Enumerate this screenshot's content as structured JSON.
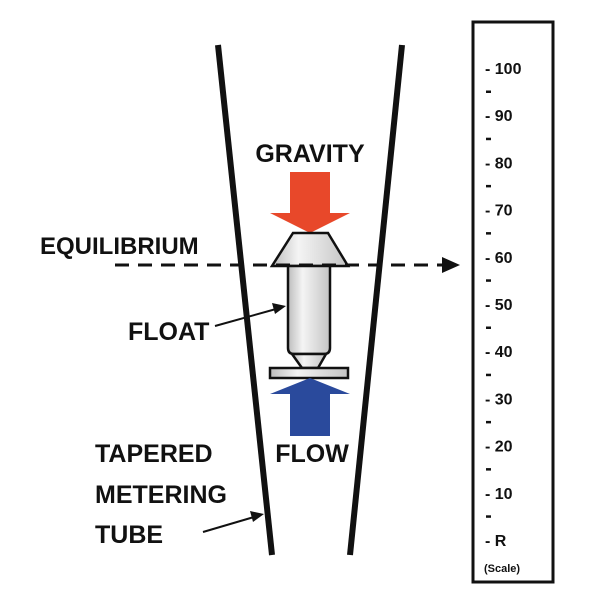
{
  "labels": {
    "gravity": "GRAVITY",
    "equilibrium": "EQUILIBRIUM",
    "float": "FLOAT",
    "flow": "FLOW",
    "tube_line1": "TAPERED",
    "tube_line2": "METERING",
    "tube_line3": "TUBE"
  },
  "scale": {
    "ticks": [
      "- 100",
      "- 90",
      "- 80",
      "- 70",
      "- 60",
      "- 50",
      "- 40",
      "- 30",
      "- 20",
      "- 10",
      "- R"
    ],
    "caption": "(Scale)"
  },
  "colors": {
    "gravity_arrow": "#e8482a",
    "flow_arrow": "#2a4a9c",
    "float_fill": "#dcdcdc"
  }
}
